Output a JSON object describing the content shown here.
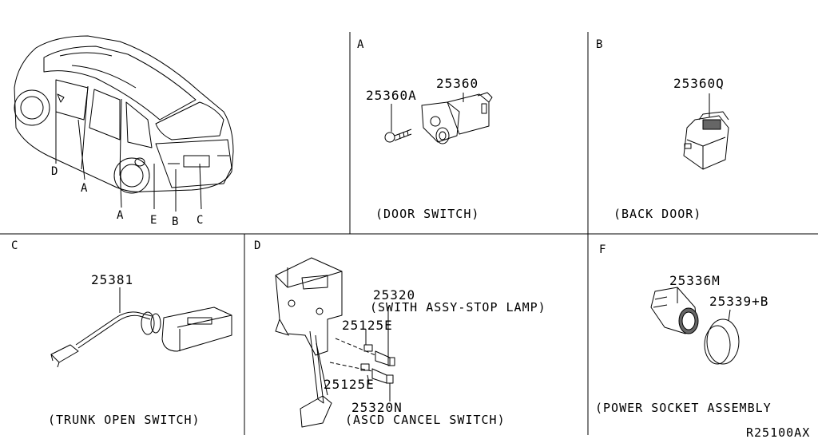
{
  "diagram_code": "R25100AX",
  "sections": {
    "A": {
      "letter": "A",
      "caption": "(DOOR SWITCH)",
      "parts": [
        "25360A",
        "25360"
      ]
    },
    "B": {
      "letter": "B",
      "caption": "(BACK DOOR)",
      "parts": [
        "25360Q"
      ]
    },
    "C": {
      "letter": "C",
      "caption": "(TRUNK OPEN SWITCH)",
      "parts": [
        "25381"
      ]
    },
    "D": {
      "letter": "D",
      "parts": [
        "25320",
        "(SWITH ASSY-STOP LAMP)",
        "25125E",
        "25125E",
        "25320N",
        "(ASCD CANCEL SWITCH)"
      ]
    },
    "F": {
      "letter": "F",
      "caption": "(POWER SOCKET ASSEMBLY",
      "parts": [
        "25336M",
        "25339+B"
      ]
    }
  },
  "vehicle_callouts": [
    "D",
    "A",
    "A",
    "E",
    "B",
    "C"
  ]
}
